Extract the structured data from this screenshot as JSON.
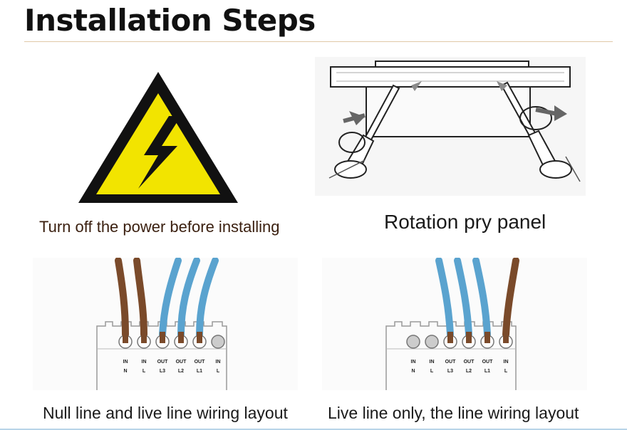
{
  "page": {
    "title": "Installation Steps"
  },
  "steps": [
    {
      "caption": "Turn off the power before installing",
      "icon": "high-voltage-warning-icon"
    },
    {
      "caption": "Rotation pry panel",
      "icon": "screwdriver-pry-panel-icon"
    },
    {
      "caption": "Null line and live line wiring layout",
      "terminal_top": [
        "IN",
        "IN",
        "OUT",
        "OUT",
        "OUT",
        "IN"
      ],
      "terminal_bottom": [
        "N",
        "L",
        "L3",
        "L2",
        "L1",
        "L"
      ]
    },
    {
      "caption": "Live line only, the line wiring layout",
      "terminal_top": [
        "IN",
        "IN",
        "OUT",
        "OUT",
        "OUT",
        "IN"
      ],
      "terminal_bottom": [
        "N",
        "L",
        "L3",
        "L2",
        "L1",
        "L"
      ]
    }
  ],
  "colors": {
    "brown_wire": "#7a4a2a",
    "blue_wire": "#5aa3cf",
    "warning_yellow": "#f2e400",
    "warning_black": "#111111"
  }
}
